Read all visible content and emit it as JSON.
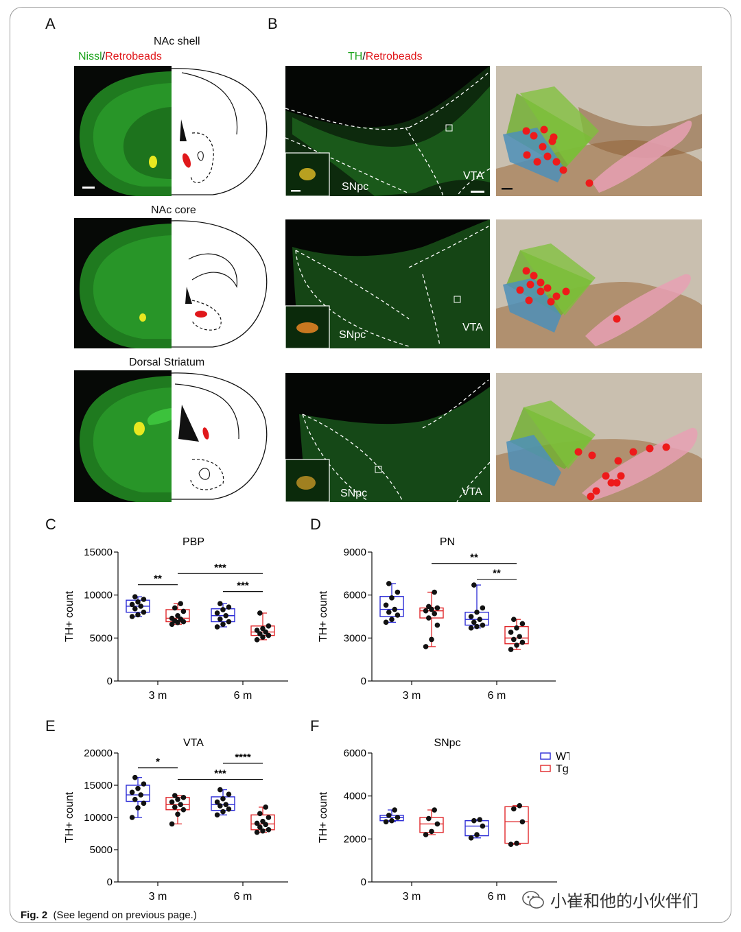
{
  "panels": {
    "A": {
      "letter": "A",
      "stain_label_green": "Nissl",
      "stain_label_sep": "/",
      "stain_label_red": "Retrobeads",
      "rows": [
        "NAc shell",
        "NAc core",
        "Dorsal Striatum"
      ]
    },
    "B": {
      "letter": "B",
      "stain_label_green": "TH",
      "stain_label_sep": "/",
      "stain_label_red": "Retrobeads",
      "region_snpc": "SNpc",
      "region_vta": "VTA"
    },
    "C": {
      "letter": "C"
    },
    "D": {
      "letter": "D"
    },
    "E": {
      "letter": "E"
    },
    "F": {
      "letter": "F"
    }
  },
  "legend": {
    "wt": "WT",
    "tg": "Tg",
    "wt_color": "#2b2bd6",
    "tg_color": "#e0282b"
  },
  "ylabel": "TH+ count",
  "groups": [
    "3 m",
    "6 m"
  ],
  "chart_data": [
    {
      "id": "C",
      "type": "box",
      "title": "PBP",
      "ylabel": "TH+ count",
      "ylim": [
        0,
        15000
      ],
      "yticks": [
        0,
        5000,
        10000,
        15000
      ],
      "categories": [
        "3 m",
        "6 m"
      ],
      "series": [
        {
          "name": "WT",
          "boxes": [
            {
              "group": "3 m",
              "min": 7500,
              "q1": 8000,
              "median": 8700,
              "q3": 9400,
              "max": 9800,
              "points": [
                7500,
                7700,
                8000,
                8400,
                8700,
                8900,
                9200,
                9500,
                9800
              ]
            },
            {
              "group": "6 m",
              "min": 6300,
              "q1": 6900,
              "median": 7600,
              "q3": 8400,
              "max": 9000,
              "points": [
                6300,
                6600,
                6900,
                7200,
                7600,
                7900,
                8300,
                8600,
                9000
              ]
            }
          ]
        },
        {
          "name": "Tg",
          "boxes": [
            {
              "group": "3 m",
              "min": 6600,
              "q1": 6900,
              "median": 7300,
              "q3": 8300,
              "max": 9000,
              "points": [
                6600,
                6800,
                6900,
                7000,
                7200,
                7300,
                7600,
                8100,
                8500,
                9000
              ]
            },
            {
              "group": "6 m",
              "min": 4800,
              "q1": 5300,
              "median": 5700,
              "q3": 6400,
              "max": 7900,
              "points": [
                4800,
                5100,
                5300,
                5500,
                5700,
                5900,
                6100,
                6400,
                7900
              ]
            }
          ]
        }
      ],
      "significance": [
        {
          "from": "WT 3 m",
          "to": "Tg 3 m",
          "label": "**",
          "y": 11200
        },
        {
          "from": "Tg 3 m",
          "to": "Tg 6 m",
          "label": "***",
          "y": 12500
        },
        {
          "from": "WT 6 m",
          "to": "Tg 6 m",
          "label": "***",
          "y": 10400
        }
      ]
    },
    {
      "id": "D",
      "type": "box",
      "title": "PN",
      "ylabel": "TH+ count",
      "ylim": [
        0,
        9000
      ],
      "yticks": [
        0,
        3000,
        6000,
        9000
      ],
      "categories": [
        "3 m",
        "6 m"
      ],
      "series": [
        {
          "name": "WT",
          "boxes": [
            {
              "group": "3 m",
              "min": 4100,
              "q1": 4500,
              "median": 5000,
              "q3": 5900,
              "max": 6800,
              "points": [
                4100,
                4300,
                4600,
                4800,
                5000,
                5300,
                5800,
                6200,
                6800
              ]
            },
            {
              "group": "6 m",
              "min": 3700,
              "q1": 3900,
              "median": 4300,
              "q3": 4800,
              "max": 6700,
              "points": [
                3700,
                3800,
                3900,
                4100,
                4300,
                4500,
                4800,
                5100,
                6700
              ]
            }
          ]
        },
        {
          "name": "Tg",
          "boxes": [
            {
              "group": "3 m",
              "min": 2400,
              "q1": 4400,
              "median": 4900,
              "q3": 5100,
              "max": 6200,
              "points": [
                2400,
                2900,
                3900,
                4400,
                4700,
                4900,
                5000,
                5100,
                5200,
                6200
              ]
            },
            {
              "group": "6 m",
              "min": 2200,
              "q1": 2600,
              "median": 3000,
              "q3": 3800,
              "max": 4300,
              "points": [
                2200,
                2500,
                2700,
                2900,
                3100,
                3400,
                3700,
                4000,
                4300
              ]
            }
          ]
        }
      ],
      "significance": [
        {
          "from": "Tg 3 m",
          "to": "Tg 6 m",
          "label": "**",
          "y": 8200
        },
        {
          "from": "WT 6 m",
          "to": "Tg 6 m",
          "label": "**",
          "y": 7100
        }
      ]
    },
    {
      "id": "E",
      "type": "box",
      "title": "VTA",
      "ylabel": "TH+ count",
      "ylim": [
        0,
        20000
      ],
      "yticks": [
        0,
        5000,
        10000,
        15000,
        20000
      ],
      "categories": [
        "3 m",
        "6 m"
      ],
      "series": [
        {
          "name": "WT",
          "boxes": [
            {
              "group": "3 m",
              "min": 10000,
              "q1": 12500,
              "median": 13500,
              "q3": 15000,
              "max": 16200,
              "points": [
                10000,
                11500,
                12200,
                12800,
                13500,
                13900,
                14500,
                15200,
                16200
              ]
            },
            {
              "group": "6 m",
              "min": 10400,
              "q1": 11100,
              "median": 12000,
              "q3": 13200,
              "max": 14300,
              "points": [
                10400,
                10900,
                11300,
                11800,
                12000,
                12400,
                12900,
                13600,
                14300
              ]
            }
          ]
        },
        {
          "name": "Tg",
          "boxes": [
            {
              "group": "3 m",
              "min": 9000,
              "q1": 11200,
              "median": 12000,
              "q3": 13100,
              "max": 13400,
              "points": [
                9000,
                10500,
                11200,
                11600,
                12000,
                12400,
                12800,
                13100,
                13400
              ]
            },
            {
              "group": "6 m",
              "min": 7700,
              "q1": 8100,
              "median": 9000,
              "q3": 10400,
              "max": 11600,
              "points": [
                7700,
                7900,
                8100,
                8500,
                8900,
                9100,
                9400,
                10000,
                10600,
                11600
              ]
            }
          ]
        }
      ],
      "significance": [
        {
          "from": "WT 3 m",
          "to": "Tg 3 m",
          "label": "*",
          "y": 17700
        },
        {
          "from": "WT 6 m",
          "to": "Tg 6 m",
          "label": "****",
          "y": 18400
        },
        {
          "from": "Tg 3 m",
          "to": "Tg 6 m",
          "label": "***",
          "y": 15900
        }
      ]
    },
    {
      "id": "F",
      "type": "box",
      "title": "SNpc",
      "ylabel": "TH+ count",
      "ylim": [
        0,
        6000
      ],
      "yticks": [
        0,
        2000,
        4000,
        6000
      ],
      "categories": [
        "3 m",
        "6 m"
      ],
      "series": [
        {
          "name": "WT",
          "boxes": [
            {
              "group": "3 m",
              "min": 2800,
              "q1": 2850,
              "median": 3000,
              "q3": 3100,
              "max": 3350,
              "points": [
                2800,
                2850,
                3000,
                3100,
                3350
              ]
            },
            {
              "group": "6 m",
              "min": 2050,
              "q1": 2150,
              "median": 2600,
              "q3": 2850,
              "max": 2900,
              "points": [
                2050,
                2200,
                2600,
                2850,
                2900
              ]
            }
          ]
        },
        {
          "name": "Tg",
          "boxes": [
            {
              "group": "3 m",
              "min": 2200,
              "q1": 2300,
              "median": 2700,
              "q3": 3000,
              "max": 3350,
              "points": [
                2200,
                2350,
                2700,
                2950,
                3350
              ]
            },
            {
              "group": "6 m",
              "min": 1750,
              "q1": 1800,
              "median": 2800,
              "q3": 3500,
              "max": 3550,
              "points": [
                1750,
                1800,
                2800,
                3400,
                3550
              ]
            }
          ]
        }
      ],
      "significance": []
    }
  ],
  "caption": {
    "bold": "Fig. 2",
    "text": "(See legend on previous page.)"
  },
  "watermark": "小崔和他的小伙伴们"
}
